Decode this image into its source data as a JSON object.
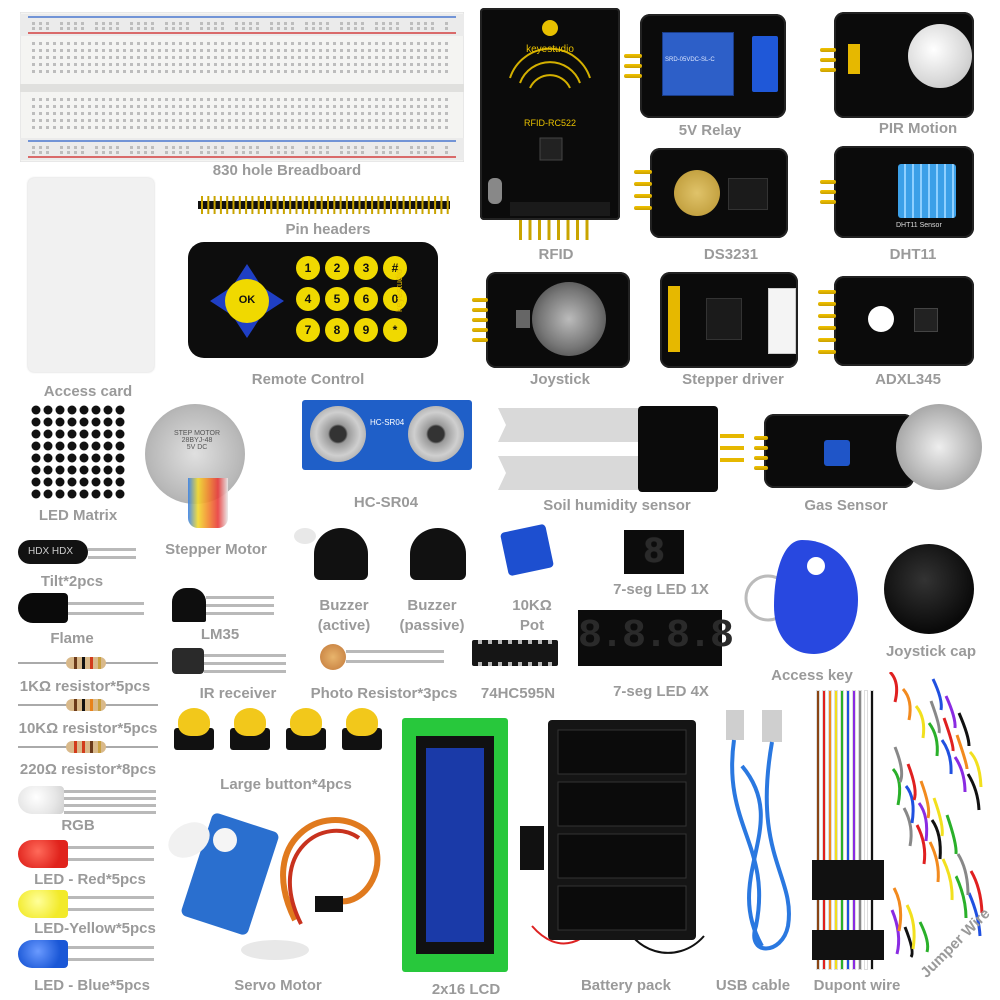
{
  "components": {
    "breadboard": "830 hole Breadboard",
    "pin_headers": "Pin headers",
    "rfid": "RFID",
    "relay": "5V Relay",
    "pir": "PIR  Motion",
    "access_card": "Access  card",
    "remote": "Remote Control",
    "ds3231": "DS3231",
    "dht11": "DHT11",
    "joystick": "Joystick",
    "stepper_driver": "Stepper driver",
    "adxl345": "ADXL345",
    "led_matrix": "LED Matrix",
    "stepper_motor": "Stepper Motor",
    "hcsr04": "HC-SR04",
    "soil": "Soil humidity sensor",
    "gas": "Gas Sensor",
    "tilt": "Tilt*2pcs",
    "buzzer_active": "Buzzer\n(active)",
    "buzzer_passive": "Buzzer\n(passive)",
    "pot": "10KΩ\nPot",
    "seg1": "7-seg LED 1X",
    "access_key": "Access key",
    "joystick_cap": "Joystick  cap",
    "flame": "Flame",
    "lm35": "LM35",
    "ir_receiver": "IR receiver",
    "photo_resistor": "Photo Resistor*3pcs",
    "ic_74hc595": "74HC595N",
    "seg4": "7-seg LED 4X",
    "res_1k": "1KΩ resistor*5pcs",
    "res_10k": "10KΩ resistor*5pcs",
    "res_220": "220Ω resistor*8pcs",
    "large_button": "Large button*4pcs",
    "rgb": "RGB",
    "led_red": "LED - Red*5pcs",
    "led_yellow": "LED-Yellow*5pcs",
    "led_blue": "LED - Blue*5pcs",
    "servo": "Servo Motor",
    "lcd": "2x16 LCD",
    "battery": "Battery pack",
    "usb": "USB cable",
    "dupont": "Dupont  wire",
    "jumper": "Jumper Wire"
  },
  "board_text": {
    "keyestudio": "keyestudio",
    "rfid_chip": "RFID-RC522",
    "relay_brand": "SRD-05VDC-SL-C",
    "dht_sensor": "DHT11 Sensor",
    "hcsr04_board": "HC-SR04",
    "stepper_face": "STEP MOTOR\n28BYJ-48\n5V DC",
    "tilt_mark": "HDX HDX",
    "seg1_digit": "8",
    "seg4_digits": "8.8.8.8",
    "remote_keys": [
      "1",
      "2",
      "3",
      "#",
      "4",
      "5",
      "6",
      "0",
      "7",
      "8",
      "9",
      "*"
    ],
    "remote_ok": "OK"
  },
  "colors": {
    "label": "#9a9a9a",
    "pcb": "#0b0b0b",
    "pin": "#e6b800",
    "led_red": "#e0231c",
    "led_yellow": "#f2ea2a",
    "led_blue": "#1a57d6",
    "key_blue": "#1f3fc4",
    "servo_blue": "#2a6fcf",
    "lcd_green": "#28c83c"
  }
}
